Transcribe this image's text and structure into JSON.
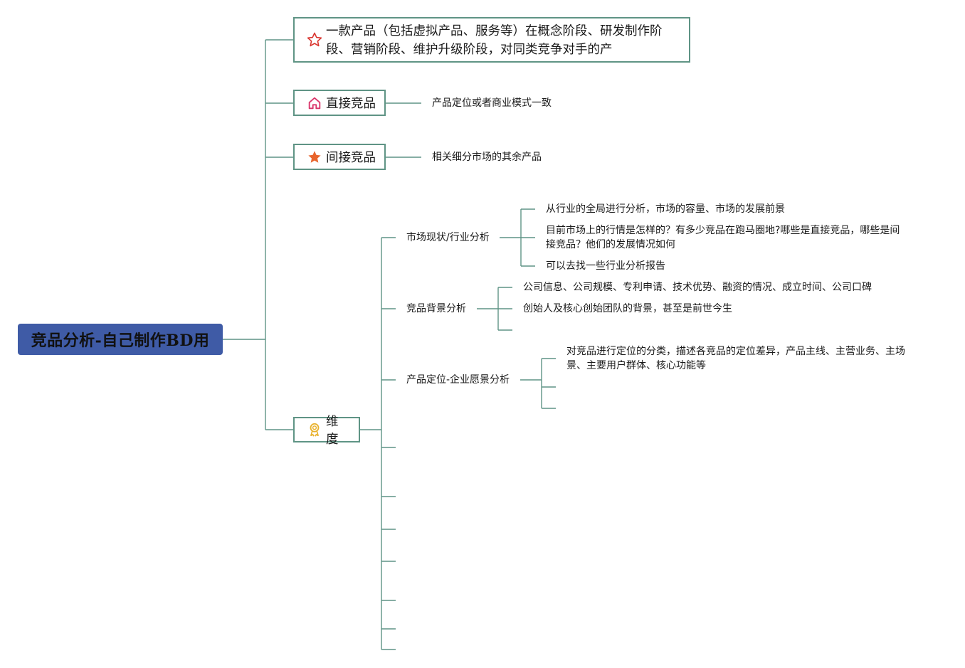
{
  "root": {
    "title": "竞品分析-自己制作BD用"
  },
  "definition": {
    "text": "一款产品（包括虚拟产品、服务等）在概念阶段、研发制作阶段、营销阶段、维护升级阶段，对同类竞争对手的产",
    "icon": "star-outline-icon",
    "icon_color": "#d9352f"
  },
  "direct": {
    "label": "直接竞品",
    "icon": "house-icon",
    "icon_color": "#d9356a",
    "note": "产品定位或者商业模式一致"
  },
  "indirect": {
    "label": "间接竞品",
    "icon": "star-filled-icon",
    "icon_color": "#e8642c",
    "note": "相关细分市场的其余产品"
  },
  "dimension": {
    "label": "维度",
    "icon": "medal-icon",
    "icon_color": "#e8b12c",
    "market": {
      "label": "市场现状/行业分析",
      "items": [
        "从行业的全局进行分析，市场的容量、市场的发展前景",
        "目前市场上的行情是怎样的？有多少竞品在跑马圈地?哪些是直接竞品，哪些是间接竞品？他们的发展情况如何",
        "可以去找一些行业分析报告"
      ]
    },
    "background": {
      "label": "竞品背景分析",
      "items": [
        "公司信息、公司规模、专利申请、技术优势、融资的情况、成立时间、公司口碑",
        "创始人及核心创始团队的背景，甚至是前世今生"
      ]
    },
    "positioning": {
      "label": "产品定位-企业愿景分析",
      "items": [
        "对竞品进行定位的分类，描述各竞品的定位差异，产品主线、主营业务、主场景、主要用户群体、核心功能等"
      ]
    }
  },
  "colors": {
    "line": "#5f9485",
    "root_bg": "#3f5ba6",
    "box_border": "#5f9485"
  }
}
